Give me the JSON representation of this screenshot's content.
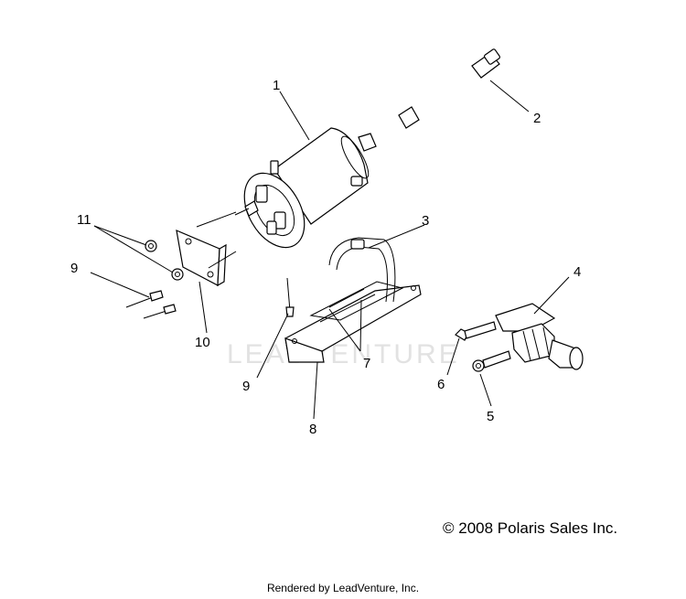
{
  "watermark": "LEADVENTURE",
  "copyright": "© 2008 Polaris Sales Inc.",
  "rendered_by": "Rendered by LeadVenture, Inc.",
  "callouts": [
    "1",
    "2",
    "3",
    "4",
    "5",
    "6",
    "7",
    "8",
    "9",
    "9",
    "10",
    "11"
  ]
}
